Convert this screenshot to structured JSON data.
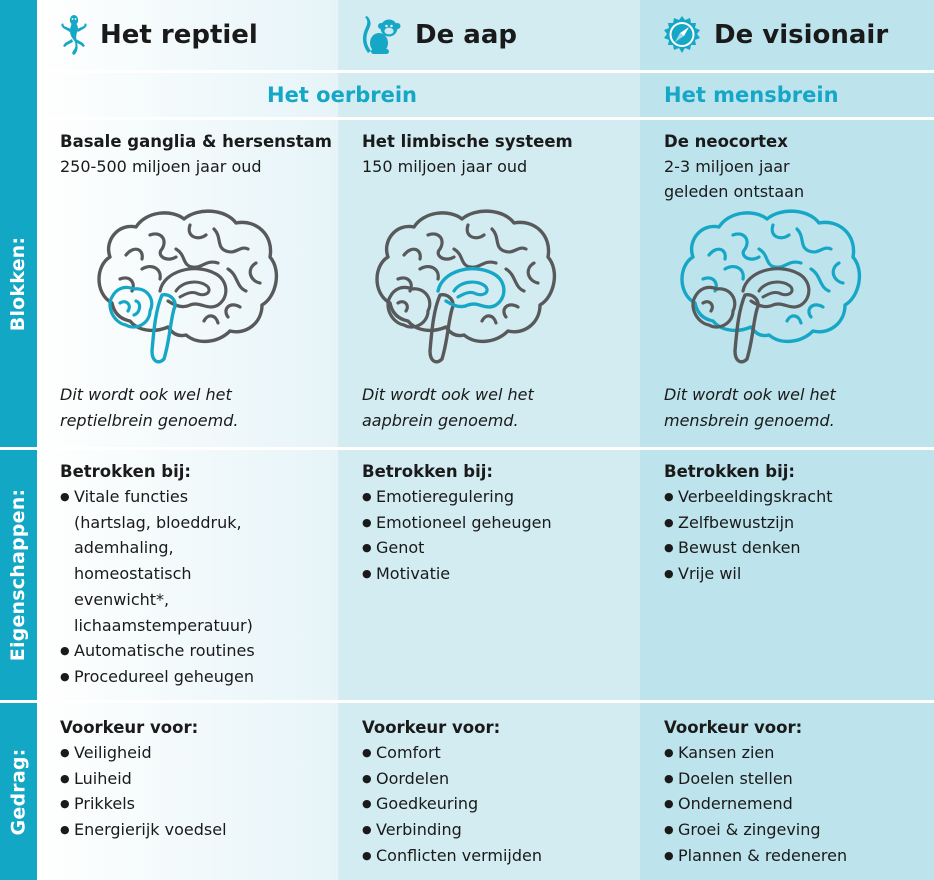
{
  "side_labels": {
    "blocks": "Blokken:",
    "traits": "Eigenschappen:",
    "behaviour": "Gedrag:"
  },
  "columns": [
    {
      "icon": "lizard-icon",
      "title": "Het reptiel",
      "structure": "Basale ganglia & hersenstam",
      "age": "250-500 miljoen jaar oud",
      "note_line1": "Dit wordt ook wel het",
      "note_line2": "reptielbrein genoemd.",
      "involved_title": "Betrokken bij:",
      "involved": [
        "Vitale functies",
        "(hartslag, bloeddruk,",
        "ademhaling,",
        "homeostatisch",
        "evenwicht*,",
        "lichaamstemperatuur)",
        "Automatische routines",
        "Procedureel geheugen"
      ],
      "pref_title": "Voorkeur voor:",
      "prefs": [
        "Veiligheid",
        "Luiheid",
        "Prikkels",
        "Energierijk voedsel"
      ]
    },
    {
      "icon": "monkey-icon",
      "title": "De aap",
      "structure": "Het limbische systeem",
      "age": "150 miljoen jaar oud",
      "note_line1": "Dit wordt ook wel het",
      "note_line2": "aapbrein genoemd.",
      "involved_title": "Betrokken bij:",
      "involved": [
        "Emotieregulering",
        "Emotioneel geheugen",
        "Genot",
        "Motivatie"
      ],
      "pref_title": "Voorkeur voor:",
      "prefs": [
        "Comfort",
        "Oordelen",
        "Goedkeuring",
        "Verbinding",
        "Conflicten vermijden"
      ]
    },
    {
      "icon": "compass-icon",
      "title": "De visionair",
      "structure": "De neocortex",
      "age_line1": "2-3 miljoen jaar",
      "age_line2": "geleden ontstaan",
      "note_line1": "Dit wordt ook wel het",
      "note_line2": "mensbrein genoemd.",
      "involved_title": "Betrokken bij:",
      "involved": [
        "Verbeeldingskracht",
        "Zelfbewustzijn",
        "Bewust denken",
        "Vrije wil"
      ],
      "pref_title": "Voorkeur voor:",
      "prefs": [
        "Kansen zien",
        "Doelen stellen",
        "Ondernemend",
        "Groei & zingeving",
        "Plannen & redeneren"
      ]
    }
  ],
  "brain_groups": {
    "old": "Het oerbrein",
    "new": "Het mensbrein"
  },
  "colors": {
    "accent": "#16a7c6",
    "sidebar": "#12a7c5",
    "outline": "#58595b"
  }
}
